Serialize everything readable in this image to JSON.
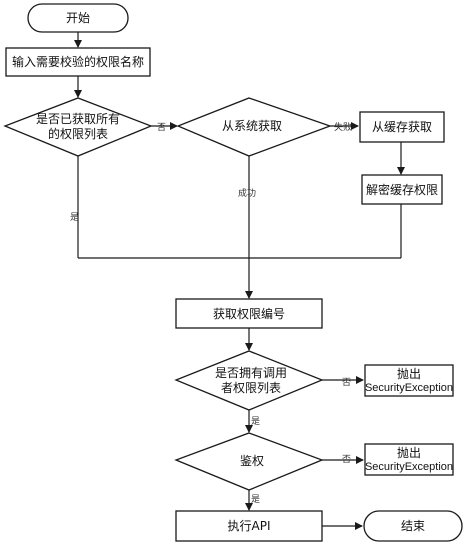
{
  "nodes": {
    "start": "开始",
    "input_name": "输入需要校验的权限名称",
    "check_obtained_l1": "是否已获取所有",
    "check_obtained_l2": "的权限列表",
    "fetch_system": "从系统获取",
    "fetch_cache": "从缓存获取",
    "decrypt_cache": "解密缓存权限",
    "get_perm_id": "获取权限编号",
    "check_caller_l1": "是否拥有调用",
    "check_caller_l2": "者权限列表",
    "throw_1_l1": "抛出",
    "throw_1_l2": "SecurityException",
    "authorize": "鉴权",
    "throw_2_l1": "抛出",
    "throw_2_l2": "SecurityException",
    "exec_api": "执行API",
    "end": "结束"
  },
  "edge_labels": {
    "no_1": "否",
    "fail": "失败",
    "yes_1": "是",
    "success": "成功",
    "no_2": "否",
    "yes_2": "是",
    "no_3": "否",
    "yes_3": "是"
  }
}
